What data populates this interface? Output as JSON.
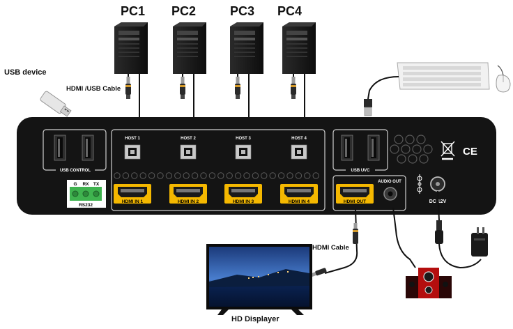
{
  "pcs": [
    "PC1",
    "PC2",
    "PC3",
    "PC4"
  ],
  "labels": {
    "usb_device": "USB device",
    "hdmi_usb_cable": "HDMI /USB Cable",
    "hdmi_cable": "HDMI Cable",
    "hd_displayer": "HD Displayer"
  },
  "panel": {
    "usb_control": "USB CONTROL",
    "usb_uvc": "USB UVC",
    "rs232": "RS232",
    "rs232_pins": [
      "G",
      "RX",
      "TX"
    ],
    "hosts": [
      "HOST 1",
      "HOST 2",
      "HOST 3",
      "HOST 4"
    ],
    "hdmi_in": [
      "HDMI IN 1",
      "HDMI IN 2",
      "HDMI IN 3",
      "HDMI IN 4"
    ],
    "hdmi_out": "HDMI OUT",
    "audio_out": "AUDIO OUT",
    "dc": "DC 12V",
    "ce_mark": "CE"
  },
  "colors": {
    "panel": "#141414",
    "hdmi_highlight": "#f5b800",
    "terminal": "#3fb34f"
  }
}
